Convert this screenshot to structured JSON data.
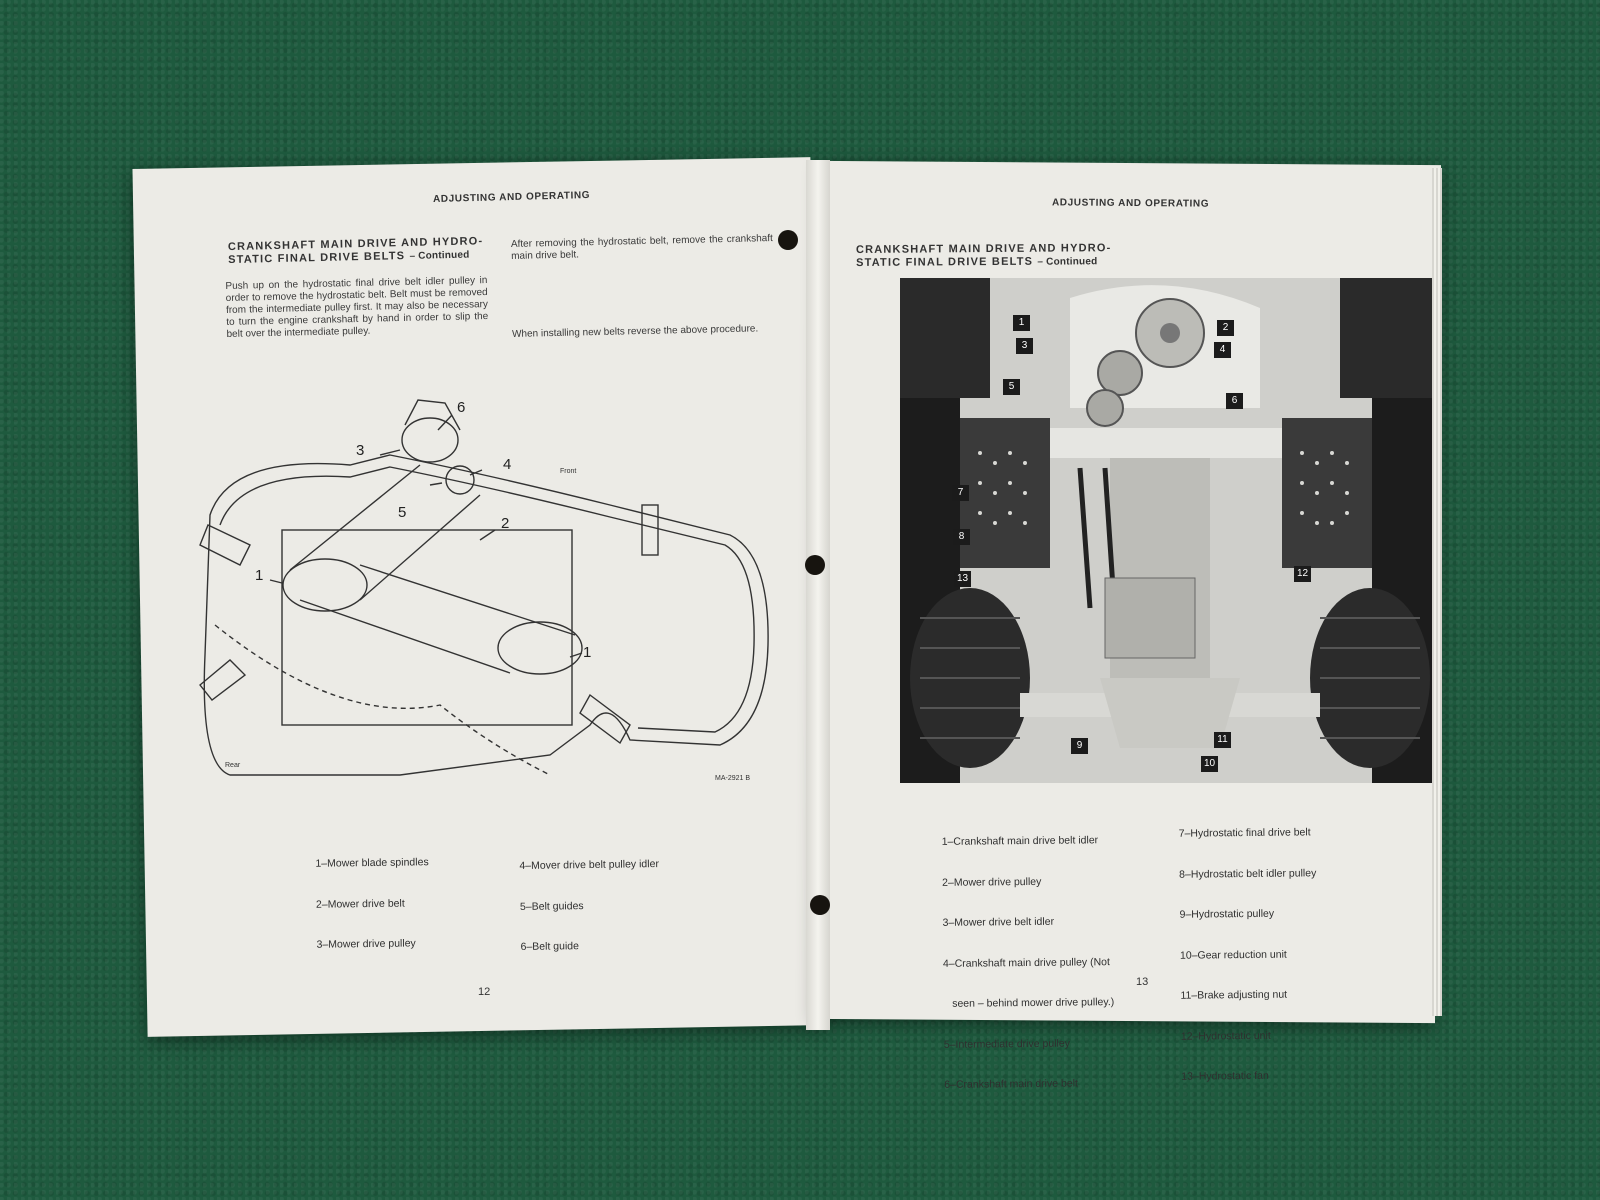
{
  "left_page": {
    "header": "ADJUSTING AND OPERATING",
    "title": "CRANKSHAFT MAIN DRIVE AND HYDRO-\nSTATIC FINAL DRIVE BELTS",
    "title_suffix": "– Continued",
    "para1": "Push up on the hydrostatic final drive belt idler pulley in order to remove the hydrostatic belt. Belt must be removed from the intermediate pulley first. It may also be necessary to turn the engine crankshaft by hand in order to slip the belt over the intermediate pulley.",
    "para2": "After removing the hydrostatic belt, remove the crankshaft main drive belt.",
    "para3": "When installing new belts reverse the above procedure.",
    "diagram": {
      "labels": [
        "6",
        "3",
        "4",
        "5",
        "2",
        "1",
        "1"
      ],
      "front": "Front",
      "rear": "Rear",
      "code": "MA-2921 B"
    },
    "legend_col1": [
      "1–Mower blade spindles",
      "2–Mower drive belt",
      "3–Mower drive pulley"
    ],
    "legend_col2": [
      "4–Mover drive belt pulley idler",
      "5–Belt guides",
      "6–Belt guide"
    ],
    "page_number": "12"
  },
  "right_page": {
    "header": "ADJUSTING AND OPERATING",
    "title": "CRANKSHAFT MAIN DRIVE AND HYDRO-\nSTATIC FINAL DRIVE BELTS",
    "title_suffix": "– Continued",
    "photo_callouts": [
      "1",
      "2",
      "3",
      "4",
      "5",
      "6",
      "7",
      "8",
      "9",
      "10",
      "11",
      "12",
      "13"
    ],
    "legend_col1": [
      "1–Crankshaft main drive belt idler",
      "2–Mower drive pulley",
      "3–Mower drive belt idler",
      "4–Crankshaft main drive pulley (Not",
      "   seen – behind mower drive pulley.)",
      "5–Intermediate drive pulley",
      "6–Crankshaft main drive belt"
    ],
    "legend_col2": [
      "7–Hydrostatic final drive belt",
      "8–Hydrostatic belt idler pulley",
      "9–Hydrostatic pulley",
      "10–Gear reduction unit",
      "11–Brake adjusting nut",
      "12–Hydrostatic unit",
      "13–Hydrostatic fan"
    ],
    "page_number": "13"
  }
}
